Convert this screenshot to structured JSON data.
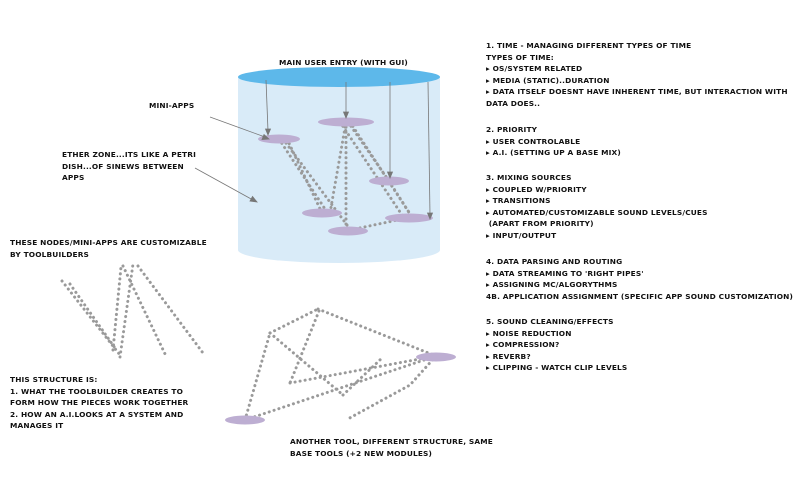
{
  "labels": {
    "main_entry": "MAIN USER ENTRY (WITH GUI)",
    "mini_apps": "MINI-APPS",
    "ether_zone": [
      "ETHER ZONE...ITS LIKE A PETRI",
      "DISH...OF SINEWS BETWEEN",
      "APPS"
    ],
    "customizable": [
      "THESE NODES/MINI-APPS ARE CUSTOMIZABLE",
      "BY TOOLBUILDERS"
    ],
    "structure": [
      "THIS STRUCTURE IS:",
      "1. WHAT THE TOOLBUILDER CREATES TO",
      "FORM HOW THE PIECES WORK TOGETHER",
      "2. HOW AN A.I.LOOKS AT A SYSTEM AND",
      "MANAGES IT"
    ],
    "another_tool": [
      "ANOTHER TOOL, DIFFERENT STRUCTURE, SAME",
      "BASE TOOLS (+2 NEW MODULES)"
    ]
  },
  "sections": [
    {
      "heading": "1. TIME - MANAGING DIFFERENT TYPES OF TIME",
      "lines": [
        {
          "bullet": false,
          "text": "TYPES OF TIME:"
        },
        {
          "bullet": true,
          "text": "OS/SYSTEM RELATED"
        },
        {
          "bullet": true,
          "text": "MEDIA (STATIC)..DURATION"
        },
        {
          "bullet": true,
          "text": "DATA ITSELF DOESNT HAVE INHERENT TIME, BUT INTERACTION WITH"
        },
        {
          "bullet": false,
          "text": "DATA DOES.."
        }
      ]
    },
    {
      "heading": "2. PRIORITY",
      "lines": [
        {
          "bullet": true,
          "text": "USER CONTROLABLE"
        },
        {
          "bullet": true,
          "text": "A.I. (SETTING UP A BASE MIX)"
        }
      ]
    },
    {
      "heading": "3. MIXING SOURCES",
      "lines": [
        {
          "bullet": true,
          "text": "COUPLED W/PRIORITY"
        },
        {
          "bullet": true,
          "text": "TRANSITIONS"
        },
        {
          "bullet": true,
          "text": "AUTOMATED/CUSTOMIZABLE SOUND LEVELS/CUES"
        },
        {
          "bullet": false,
          "text": " (APART FROM PRIORITY)"
        },
        {
          "bullet": true,
          "text": "INPUT/OUTPUT"
        }
      ]
    },
    {
      "heading": "4. DATA PARSING AND ROUTING",
      "lines": [
        {
          "bullet": true,
          "text": "DATA STREAMING TO 'RIGHT PIPES'"
        },
        {
          "bullet": true,
          "text": "ASSIGNING MC/ALGORYTHMS"
        },
        {
          "bullet": false,
          "text": "4B. APPLICATION ASSIGNMENT (SPECIFIC APP SOUND CUSTOMIZATION)"
        }
      ]
    },
    {
      "heading": "5. SOUND CLEANING/EFFECTS",
      "lines": [
        {
          "bullet": true,
          "text": "NOISE REDUCTION"
        },
        {
          "bullet": true,
          "text": "COMPRESSION?"
        },
        {
          "bullet": true,
          "text": "REVERB?"
        },
        {
          "bullet": true,
          "text": "CLIPPING - WATCH CLIP LEVELS"
        }
      ]
    }
  ],
  "colors": {
    "cylinder_body": "#d9ebf8",
    "cylinder_top": "#5db8ea",
    "node": "#bdaed2",
    "dots": "#9a9a9a",
    "arrows": "#777777"
  },
  "icons": {
    "bullet": "right-triangle-bullet-icon"
  }
}
